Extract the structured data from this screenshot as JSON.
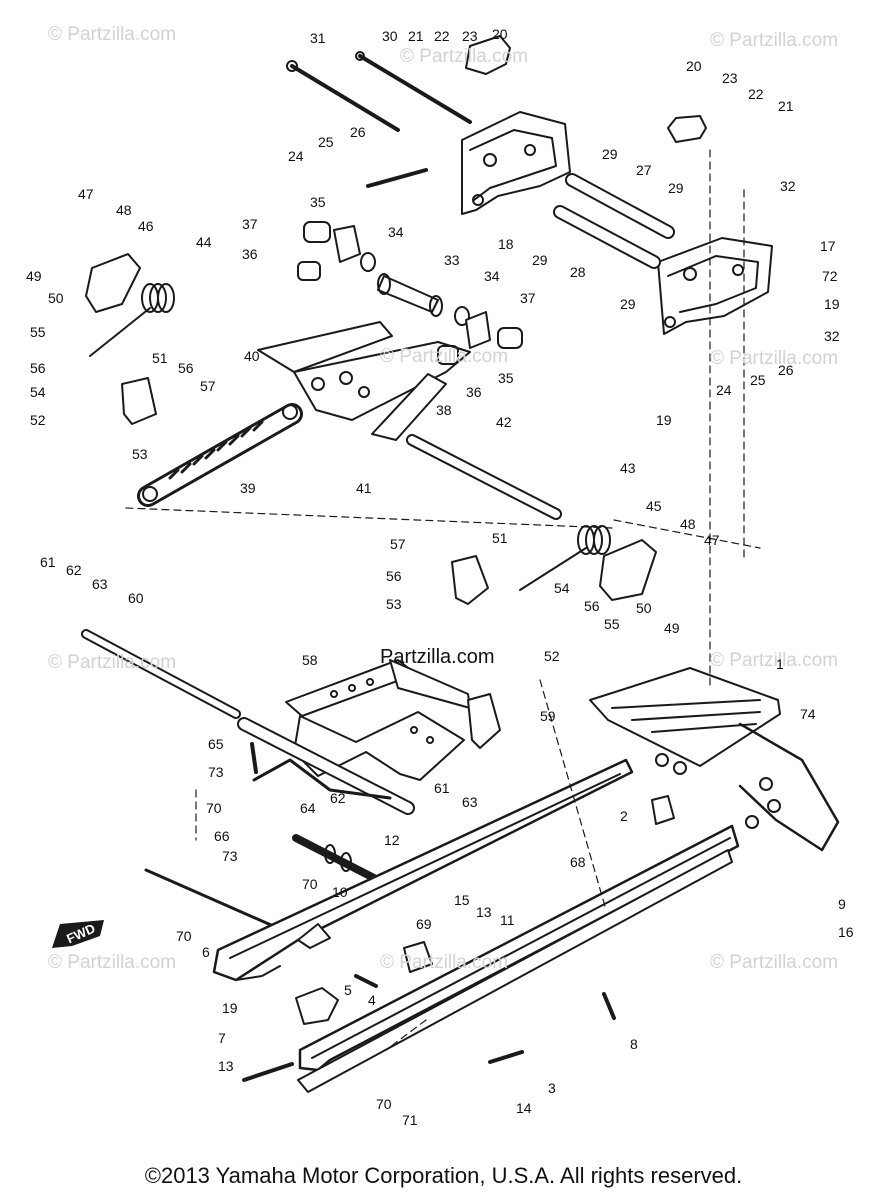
{
  "diagram": {
    "copyright": "©2013 Yamaha Motor Corporation, U.S.A. All rights reserved.",
    "center_link": "Partzilla.com",
    "watermark": "© Partzilla.com",
    "direction_badge": "FWD",
    "callouts": [
      "31",
      "30",
      "21",
      "22",
      "23",
      "20",
      "20",
      "23",
      "22",
      "21",
      "26",
      "25",
      "24",
      "29",
      "27",
      "29",
      "32",
      "18",
      "17",
      "35",
      "37",
      "34",
      "36",
      "33",
      "34",
      "29",
      "28",
      "29",
      "72",
      "19",
      "37",
      "32",
      "47",
      "48",
      "46",
      "44",
      "49",
      "50",
      "55",
      "56",
      "54",
      "51",
      "40",
      "56",
      "57",
      "52",
      "53",
      "36",
      "35",
      "38",
      "24",
      "25",
      "26",
      "19",
      "42",
      "41",
      "39",
      "43",
      "45",
      "48",
      "47",
      "57",
      "51",
      "56",
      "53",
      "54",
      "50",
      "56",
      "55",
      "49",
      "52",
      "61",
      "62",
      "63",
      "60",
      "58",
      "59",
      "1",
      "74",
      "65",
      "73",
      "70",
      "66",
      "73",
      "64",
      "62",
      "61",
      "63",
      "12",
      "2",
      "68",
      "70",
      "10",
      "9",
      "16",
      "15",
      "13",
      "11",
      "69",
      "70",
      "6",
      "5",
      "4",
      "19",
      "8",
      "7",
      "13",
      "14",
      "3",
      "70",
      "71"
    ]
  }
}
